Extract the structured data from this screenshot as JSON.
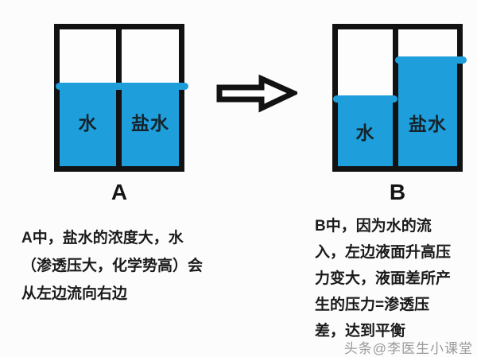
{
  "colors": {
    "water": "#1e9fdb",
    "outline": "#121212",
    "text": "#1a1a1a",
    "watermark": "#9a9a9a"
  },
  "containers": [
    {
      "label": "A",
      "compartments": [
        {
          "name": "水",
          "fill_level": "medium"
        },
        {
          "name": "盐水",
          "fill_level": "medium"
        }
      ],
      "caption": "A中，盐水的浓度大，水\n（渗透压大，化学势高）会\n从左边流向右边"
    },
    {
      "label": "B",
      "compartments": [
        {
          "name": "水",
          "fill_level": "low"
        },
        {
          "name": "盐水",
          "fill_level": "high"
        }
      ],
      "caption": "B中，因为水的流\n入，左边液面升高压\n力变大，液面差所产\n生的压力=渗透压\n差，达到平衡"
    }
  ],
  "arrow_icon": "block-arrow-right",
  "watermark": "头条@李医生小课堂"
}
